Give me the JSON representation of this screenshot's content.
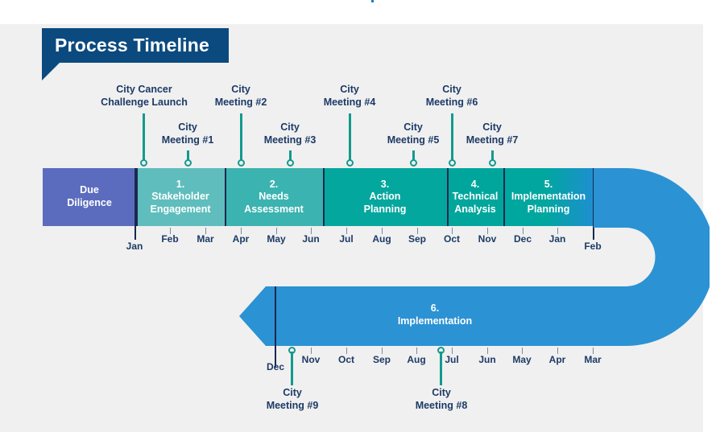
{
  "page": {
    "title": "Process Timeline",
    "background": "#f0f0f0",
    "banner_color": "#0b4a7f"
  },
  "colors": {
    "due_diligence": "#5b6cbf",
    "phase1": "#5fbdbd",
    "phase2": "#3bb3b0",
    "phase3": "#04a79e",
    "phase4": "#00a69c",
    "phase5_start": "#00a79e",
    "phase5_end": "#1e8fd0",
    "implementation": "#2b92d4",
    "marker": "#129a8e",
    "text_navy": "#1c3a66",
    "divider": "#182a4f"
  },
  "top_timeline": {
    "segments": [
      {
        "number": "",
        "name": "Due\nDiligence",
        "label_line1": "Due",
        "label_line2": "Diligence",
        "color": "#5b6cbf"
      },
      {
        "number": "1.",
        "label_line1": "Stakeholder",
        "label_line2": "Engagement",
        "color": "#5fbdbd"
      },
      {
        "number": "2.",
        "label_line1": "Needs",
        "label_line2": "Assessment",
        "color": "#3bb3b0"
      },
      {
        "number": "3.",
        "label_line1": "Action",
        "label_line2": "Planning",
        "color": "#04a79e"
      },
      {
        "number": "4.",
        "label_line1": "Technical",
        "label_line2": "Analysis",
        "color": "#00a69c"
      },
      {
        "number": "5.",
        "label_line1": "Implementation",
        "label_line2": "Planning",
        "color": "#00a79e"
      }
    ],
    "months": [
      "Jan",
      "Feb",
      "Mar",
      "Apr",
      "May",
      "Jun",
      "Jul",
      "Aug",
      "Sep",
      "Oct",
      "Nov",
      "Dec",
      "Jan",
      "Feb"
    ]
  },
  "bottom_timeline": {
    "number": "6.",
    "label": "Implementation",
    "months": [
      "Dec",
      "Nov",
      "Oct",
      "Sep",
      "Aug",
      "Jul",
      "Jun",
      "May",
      "Apr",
      "Mar"
    ]
  },
  "meetings": [
    {
      "id": "launch",
      "line1": "City Cancer",
      "line2": "Challenge Launch"
    },
    {
      "id": "m1",
      "line1": "City",
      "line2": "Meeting #1"
    },
    {
      "id": "m2",
      "line1": "City",
      "line2": "Meeting #2"
    },
    {
      "id": "m3",
      "line1": "City",
      "line2": "Meeting #3"
    },
    {
      "id": "m4",
      "line1": "City",
      "line2": "Meeting #4"
    },
    {
      "id": "m5",
      "line1": "City",
      "line2": "Meeting #5"
    },
    {
      "id": "m6",
      "line1": "City",
      "line2": "Meeting #6"
    },
    {
      "id": "m7",
      "line1": "City",
      "line2": "Meeting #7"
    },
    {
      "id": "m8",
      "line1": "City",
      "line2": "Meeting #8"
    },
    {
      "id": "m9",
      "line1": "City",
      "line2": "Meeting #9"
    }
  ]
}
